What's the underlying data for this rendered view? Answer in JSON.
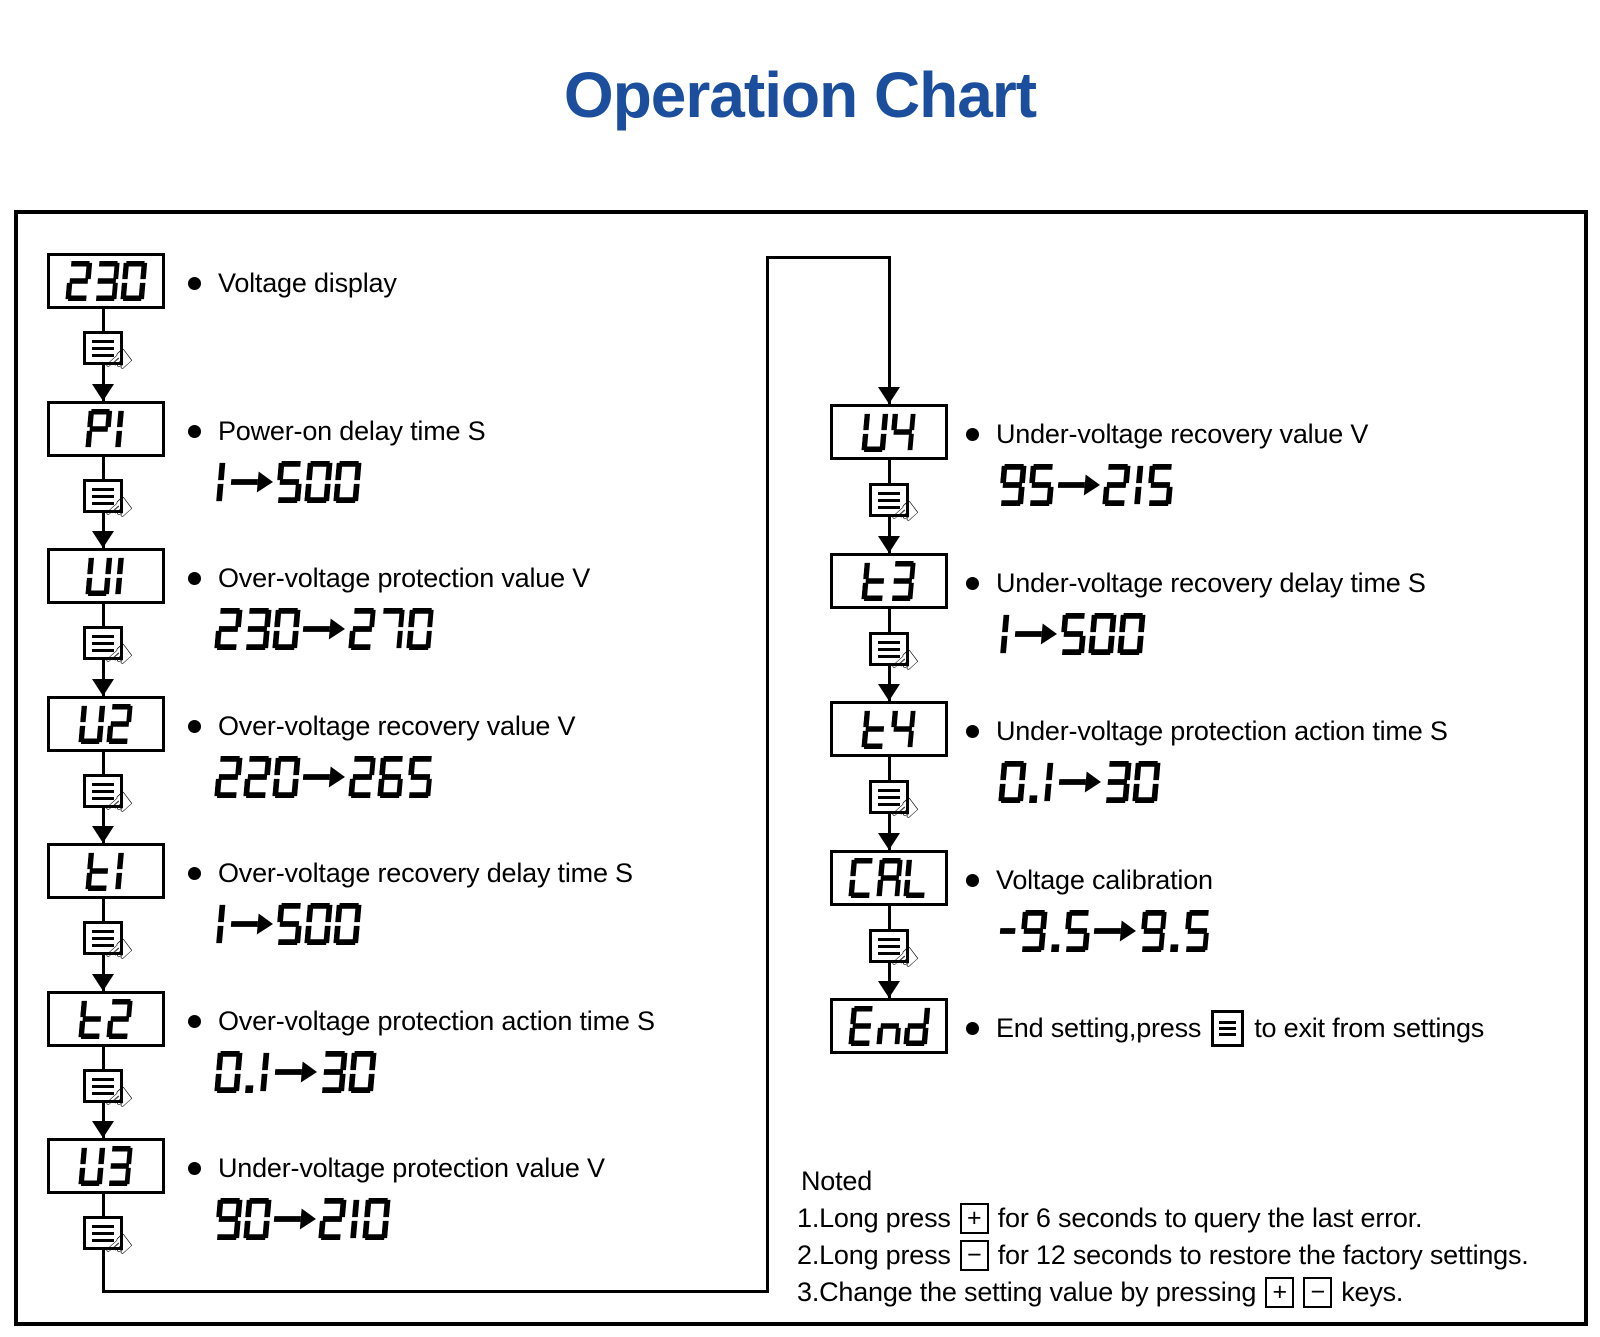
{
  "title": "Operation Chart",
  "colors": {
    "title_blue": "#1b4e9d",
    "ink": "#000000"
  },
  "steps_left": [
    {
      "display": "230",
      "label": "Voltage display",
      "range": ""
    },
    {
      "display": "P1",
      "label": "Power-on delay time S",
      "range": "1→500"
    },
    {
      "display": "U1",
      "label": "Over-voltage protection value V",
      "range": "230→270"
    },
    {
      "display": "U2",
      "label": "Over-voltage recovery value V",
      "range": "220→265"
    },
    {
      "display": "t1",
      "label": "Over-voltage recovery delay time S",
      "range": "1→500"
    },
    {
      "display": "t2",
      "label": "Over-voltage protection action time S",
      "range": "0.1→30"
    },
    {
      "display": "U3",
      "label": "Under-voltage protection value V",
      "range": "90→210"
    }
  ],
  "steps_right": [
    {
      "display": "U4",
      "label": "Under-voltage recovery value V",
      "range": "95→215"
    },
    {
      "display": "t3",
      "label": "Under-voltage recovery delay time S",
      "range": "1→500"
    },
    {
      "display": "t4",
      "label": "Under-voltage protection action time S",
      "range": "0.1→30"
    },
    {
      "display": "CAL",
      "label": "Voltage calibration",
      "range": "-9.5→9.5"
    },
    {
      "display": "End",
      "label_before": "End setting,press",
      "label_after": "to exit from settings",
      "range": ""
    }
  ],
  "notes": {
    "heading": "Noted",
    "line1_before": "1.Long press",
    "line1_after": "for 6 seconds to query the last error.",
    "line2_before": "2.Long press",
    "line2_after": "for 12 seconds to restore the factory settings.",
    "line3_before": "3.Change the setting value by pressing",
    "line3_after": "keys."
  },
  "icons": {
    "hand_glyph": "☜",
    "plus_symbol": "+",
    "minus_symbol": "−"
  }
}
